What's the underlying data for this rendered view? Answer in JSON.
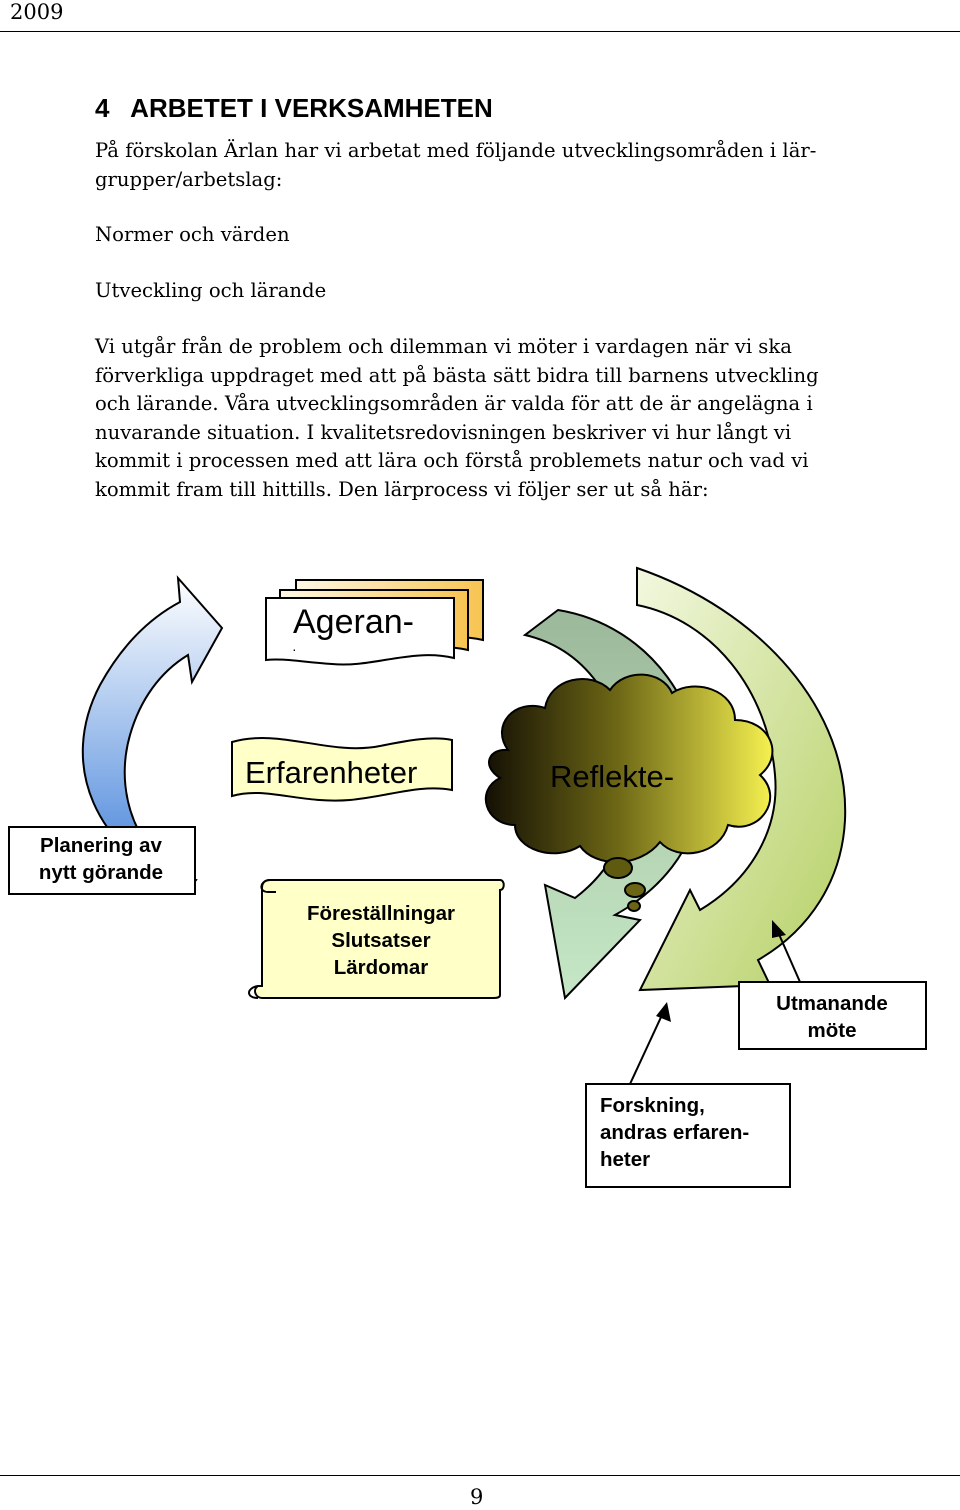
{
  "header": {
    "year": "2009"
  },
  "section": {
    "title": "4   ARBETET I VERKSAMHETEN"
  },
  "intro": {
    "lines": [
      "På förskolan Ärlan  har vi arbetat med följande utvecklingsområden i lär-",
      "grupper/arbetslag:"
    ]
  },
  "areas": {
    "item1": "Normer och värden",
    "item2": "Utveckling och lärande"
  },
  "paragraph": {
    "lines": [
      "Vi utgår från de problem och dilemman vi möter i vardagen när vi ska",
      "förverkliga uppdraget med att på bästa sätt bidra till barnens utveckling",
      "och lärande. Våra utvecklingsområden är valda för att de är angelägna i",
      "nuvarande situation. I kvalitetsredovisningen beskriver vi hur långt vi",
      "kommit i processen med att lära och förstå problemets natur och vad vi",
      "kommit fram till hittills. Den lärprocess vi följer ser ut så här:"
    ]
  },
  "diagram": {
    "ageran": "Ageran-",
    "ageran_cut": "·",
    "erfarenheter": "Erfarenheter",
    "reflekte": "Reflekte-",
    "planering": [
      "Planering av",
      "nytt görande"
    ],
    "forestallningar": [
      "Föreställningar",
      "Slutsatser",
      "Lärdomar"
    ],
    "utmanande": [
      "Utmanande",
      "möte"
    ],
    "forskning": [
      "Forskning,",
      "andras erfaren-",
      "heter"
    ]
  },
  "footer": {
    "page_number": "9"
  }
}
